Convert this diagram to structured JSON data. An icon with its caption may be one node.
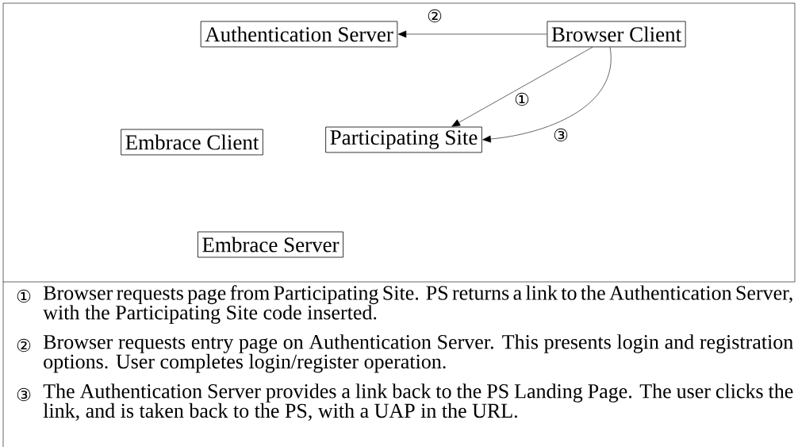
{
  "diagram": {
    "nodes": [
      {
        "text": [
          "Authentication Server"
        ]
      },
      {
        "text": [
          "Browser Client"
        ]
      },
      {
        "text": [
          "Embrace Client"
        ]
      },
      {
        "text": [
          "Participating Site"
        ]
      },
      {
        "text": [
          "Embrace Server"
        ]
      }
    ],
    "edges": [
      {
        "from": 1,
        "to": 0,
        "arrow": "to",
        "label": "②"
      },
      {
        "from": 1,
        "to": 3,
        "arrow": "to",
        "label": "①"
      },
      {
        "from": 1,
        "to": 3,
        "arrow": "to",
        "label": "③"
      }
    ],
    "labels": [
      "①",
      "Browser requests page from Participating Site. PS returns a link to the Authentication Server, with the Participating Site code inserted.",
      "②",
      "Browser requests entry page on Authentication Server. This presents login and registration options. User completes login/register operation.",
      "③",
      "The Authentication Server provides a link back to the PS Landing Page. The user clicks the link, and is taken back to the PS, with a UAP in the URL."
    ]
  }
}
